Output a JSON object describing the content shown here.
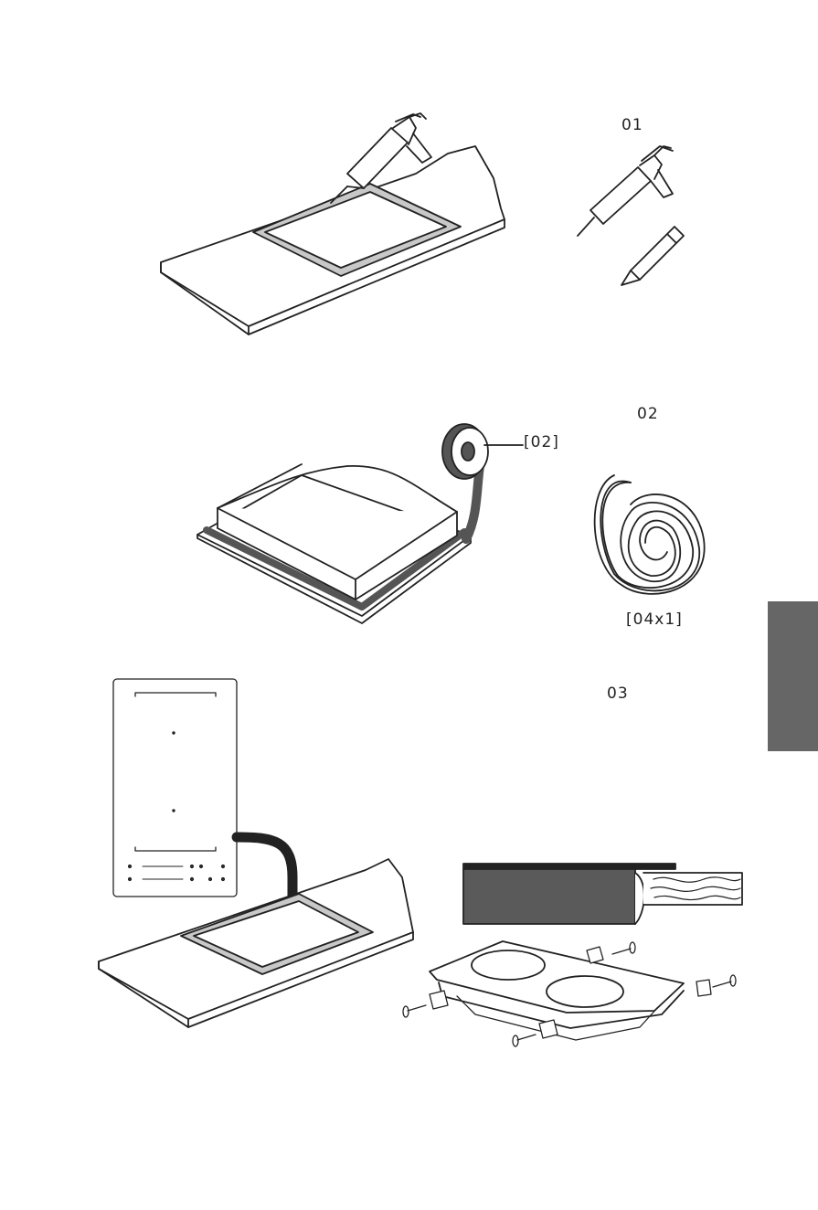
{
  "steps": [
    {
      "number": "01"
    },
    {
      "number": "02",
      "callout": "[02]",
      "quantity": "[04x1]"
    },
    {
      "number": "03"
    }
  ],
  "colors": {
    "line": "#222222",
    "seal": "#c8c8c8",
    "tape": "#555555",
    "tab": "#666666",
    "hob": "#5a5a5a"
  },
  "icons": [
    "caulk-gun-icon",
    "pencil-icon",
    "sealing-tape-roll-icon",
    "tape-coil-icon",
    "arrow-icon",
    "screw-icon",
    "bracket-icon"
  ]
}
